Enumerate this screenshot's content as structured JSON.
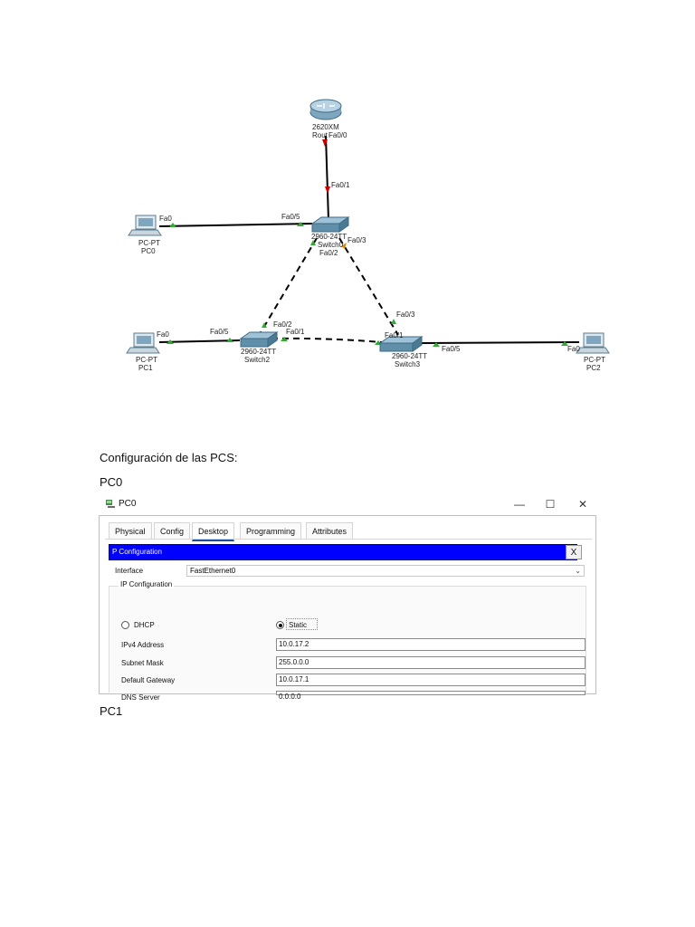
{
  "topology": {
    "router": {
      "model": "2620XM",
      "name": "Router0",
      "port": "Fa0/0"
    },
    "switch0": {
      "model": "2960-24TT",
      "name": "Switch0"
    },
    "switch2": {
      "model": "2960-24TT",
      "name": "Switch2"
    },
    "switch3": {
      "model": "2960-24TT",
      "name": "Switch3"
    },
    "pc0": {
      "type": "PC-PT",
      "name": "PC0"
    },
    "pc1": {
      "type": "PC-PT",
      "name": "PC1"
    },
    "pc2": {
      "type": "PC-PT",
      "name": "PC2"
    },
    "ports": {
      "s0_fa01": "Fa0/1",
      "s0_fa05": "Fa0/5",
      "s0_fa02": "Fa0/2",
      "s0_fa03": "Fa0/3",
      "pc0_fa0": "Fa0",
      "pc1_fa0": "Fa0",
      "s2_fa05": "Fa0/5",
      "s2_fa02": "Fa0/2",
      "s2_fa01": "Fa0/1",
      "s3_fa03": "Fa0/3",
      "s3_fa01": "Fa0/1",
      "s3_fa05": "Fa0/5",
      "pc2_fa0": "Fa0"
    },
    "colors": {
      "link": "#000000",
      "router_link_marker": "#cc0000",
      "up_marker": "#33aa33",
      "blocked_marker": "#e08a00"
    }
  },
  "document": {
    "heading": "Configuración de las PCS:",
    "pc0_label": "PC0",
    "pc1_label": "PC1"
  },
  "window": {
    "title": "PC0",
    "controls": {
      "minimize": "—",
      "maximize": "☐",
      "close": "✕"
    },
    "tabs": [
      {
        "label": "Physical",
        "active": false
      },
      {
        "label": "Config",
        "active": false
      },
      {
        "label": "Desktop",
        "active": true
      },
      {
        "label": "Programming",
        "active": false
      },
      {
        "label": "Attributes",
        "active": false
      }
    ],
    "ip_config": {
      "bar_title": "P Configuration",
      "close": "X",
      "interface_label": "Interface",
      "interface_value": "FastEthernet0",
      "group_title": "IP Configuration",
      "dhcp_label": "DHCP",
      "static_label": "Static",
      "mode": "Static",
      "fields": [
        {
          "label": "IPv4 Address",
          "value": "10.0.17.2"
        },
        {
          "label": "Subnet Mask",
          "value": "255.0.0.0"
        },
        {
          "label": "Default Gateway",
          "value": "10.0.17.1"
        },
        {
          "label": "DNS Server",
          "value": "0.0.0.0"
        }
      ]
    }
  }
}
